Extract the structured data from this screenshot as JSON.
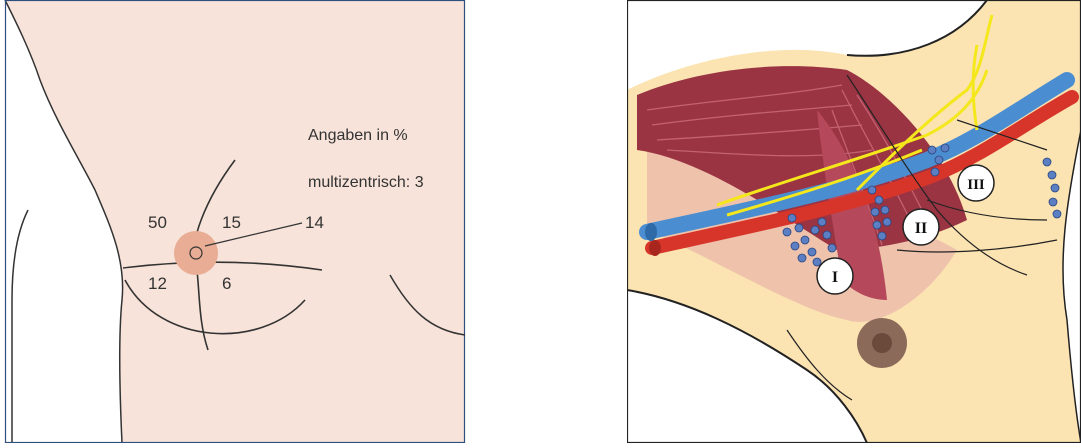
{
  "left_diagram": {
    "legend_line1": "Angaben in %",
    "legend_line2": "multizentrisch: 3",
    "quadrants": {
      "upper_outer": "50",
      "upper_inner": "15",
      "central": "14",
      "lower_outer": "12",
      "lower_inner": "6"
    }
  },
  "right_diagram": {
    "levels": [
      "I",
      "II",
      "III"
    ]
  },
  "colors": {
    "skin_left": "#f7e3d9",
    "skin_right": "#fbe3b2",
    "muscle": "#8e2a3a",
    "vein": "#4a8ed1",
    "artery": "#d8352a",
    "nerve": "#f4e81c",
    "lymph_node": "#5b7fc2",
    "frame": "#2f4f7f"
  }
}
